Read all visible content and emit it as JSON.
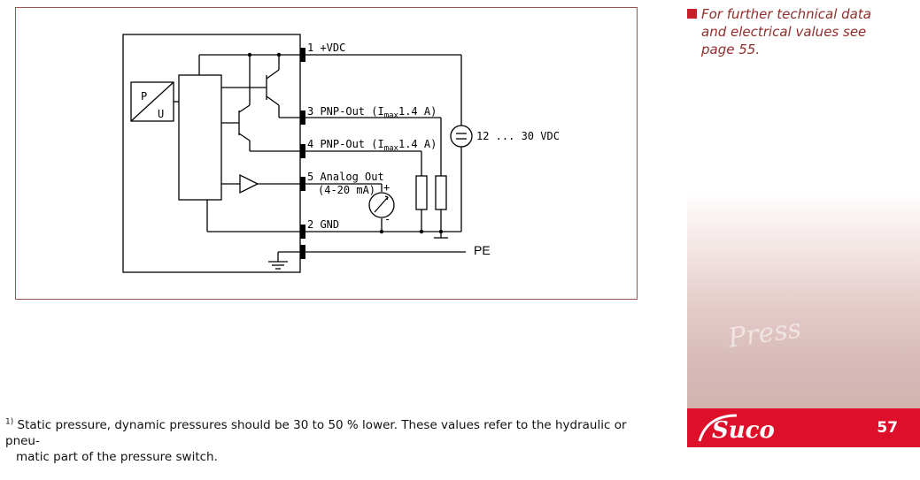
{
  "diagram": {
    "pins": {
      "p1": "1 +VDC",
      "p3": "3 PNP-Out (I",
      "p4": "4 PNP-Out (I",
      "p5a": "5 Analog Out",
      "p5b": "(4-20 mA)",
      "p2": "2 GND"
    },
    "imax_sub": "max",
    "imax_value": "1.4 A)",
    "transducer_p": "P",
    "transducer_u": "U",
    "supply_label": "12 ... 30 VDC",
    "pe_label": "PE",
    "plus": "+",
    "minus": "-"
  },
  "note": {
    "text_line1": "For further technical data",
    "text_line2": "and electrical values see",
    "text_line3": "page 55."
  },
  "footnote": {
    "marker": "1)",
    "line1": "Static pressure, dynamic pressures should be 30 to 50 % lower. These values refer to the hydraulic or pneu-",
    "line2": "matic part of the pressure switch."
  },
  "brand": {
    "logo_text": "Suco",
    "page_number": "57",
    "background_word": "Press",
    "color": "#dd0f2b"
  }
}
